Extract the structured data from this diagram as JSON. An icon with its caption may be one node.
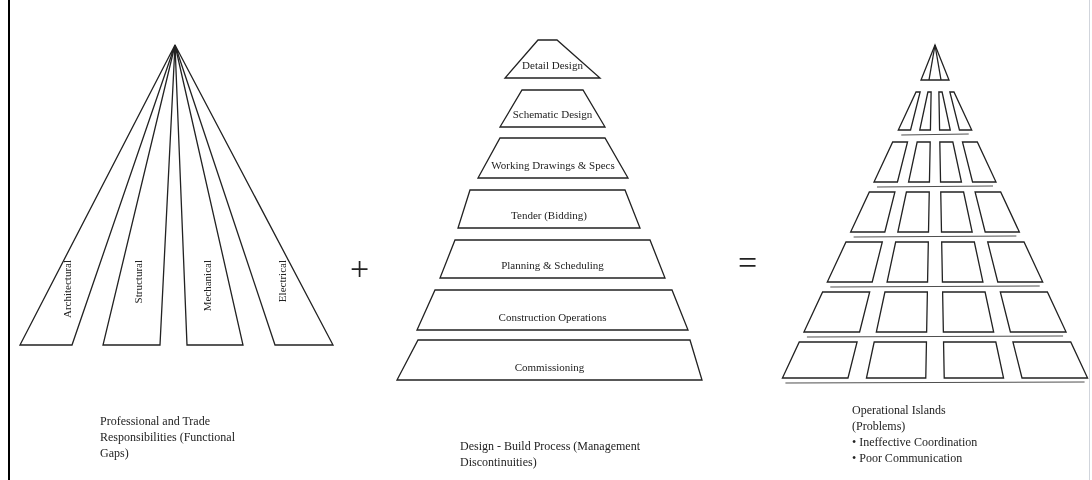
{
  "diagram": {
    "nodes": [
      {
        "text": [
          "Architectural"
        ]
      },
      {
        "text": [
          "Structural"
        ]
      },
      {
        "text": [
          "Mechanical"
        ]
      },
      {
        "text": [
          "Electrical"
        ]
      },
      {
        "text": [
          "Detail Design"
        ]
      },
      {
        "text": [
          "Schematic Design"
        ]
      },
      {
        "text": [
          "Working Drawings & Specs"
        ]
      },
      {
        "text": [
          "Tender (Bidding)"
        ]
      },
      {
        "text": [
          "Planning & Scheduling"
        ]
      },
      {
        "text": [
          "Construction Operations"
        ]
      },
      {
        "text": [
          "Commissioning"
        ]
      }
    ],
    "labels": [
      "+",
      "=",
      "Professional and Trade Responsibilities (Functional Gaps)",
      "Design - Build Process (Management Discontinuities)",
      "Operational Islands (Problems)",
      "• Ineffective Coordination",
      "• Poor Communication"
    ]
  }
}
